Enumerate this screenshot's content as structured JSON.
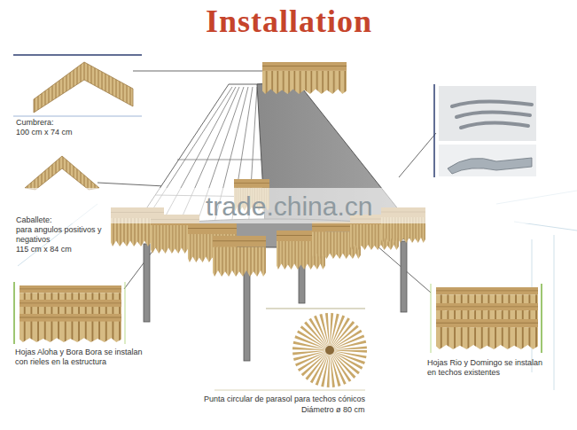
{
  "diagram": {
    "title": "Installation",
    "labels": [
      "Cumbrera:",
      "100 cm x 74 cm",
      "Caballete:",
      "para angulos positivos y",
      "negativos",
      "115 cm x 84 cm",
      "Hojas Aloha y Bora Bora se instalan",
      "con rieles en la estructura",
      "Punta circular de parasol para techos cónicos",
      "Diámetro ø 80 cm",
      "Hojas Rio y Domingo se instalan",
      "en techos existentes",
      "trade.china.cn"
    ]
  }
}
